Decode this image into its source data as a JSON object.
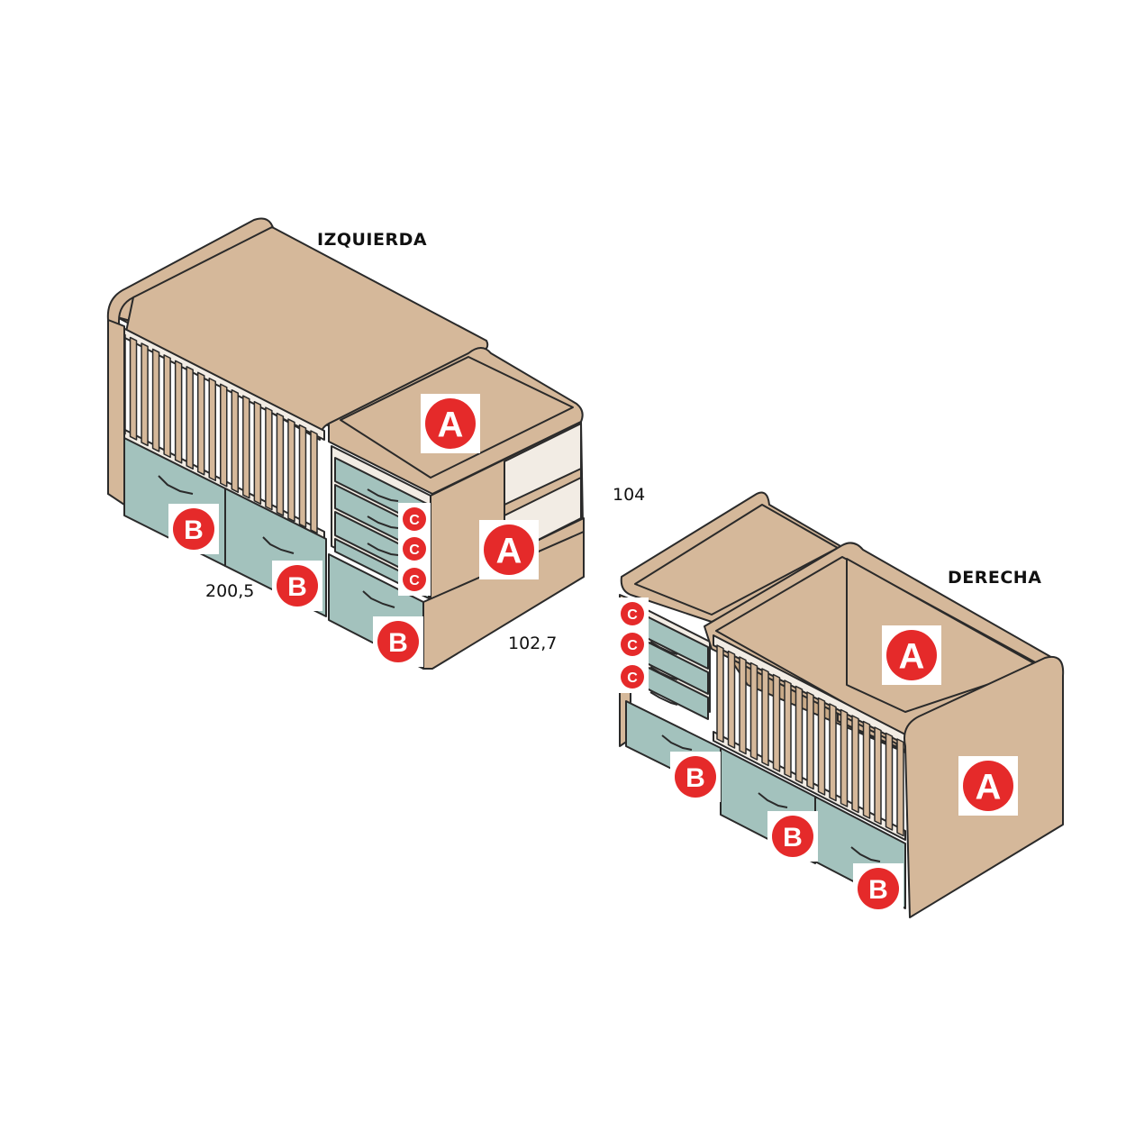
{
  "titles": {
    "left": "IZQUIERDA",
    "right": "DERECHA"
  },
  "dimensions": {
    "height": "104",
    "length": "200,5",
    "depth": "102,7"
  },
  "labels": {
    "a": "A",
    "b": "B",
    "c": "C"
  },
  "colors": {
    "wood": "#d5b89a",
    "wood_dark": "#c9aa88",
    "drawer": "#a3c2bd",
    "badge": "#e52a2a",
    "line": "#2a2a2a"
  }
}
